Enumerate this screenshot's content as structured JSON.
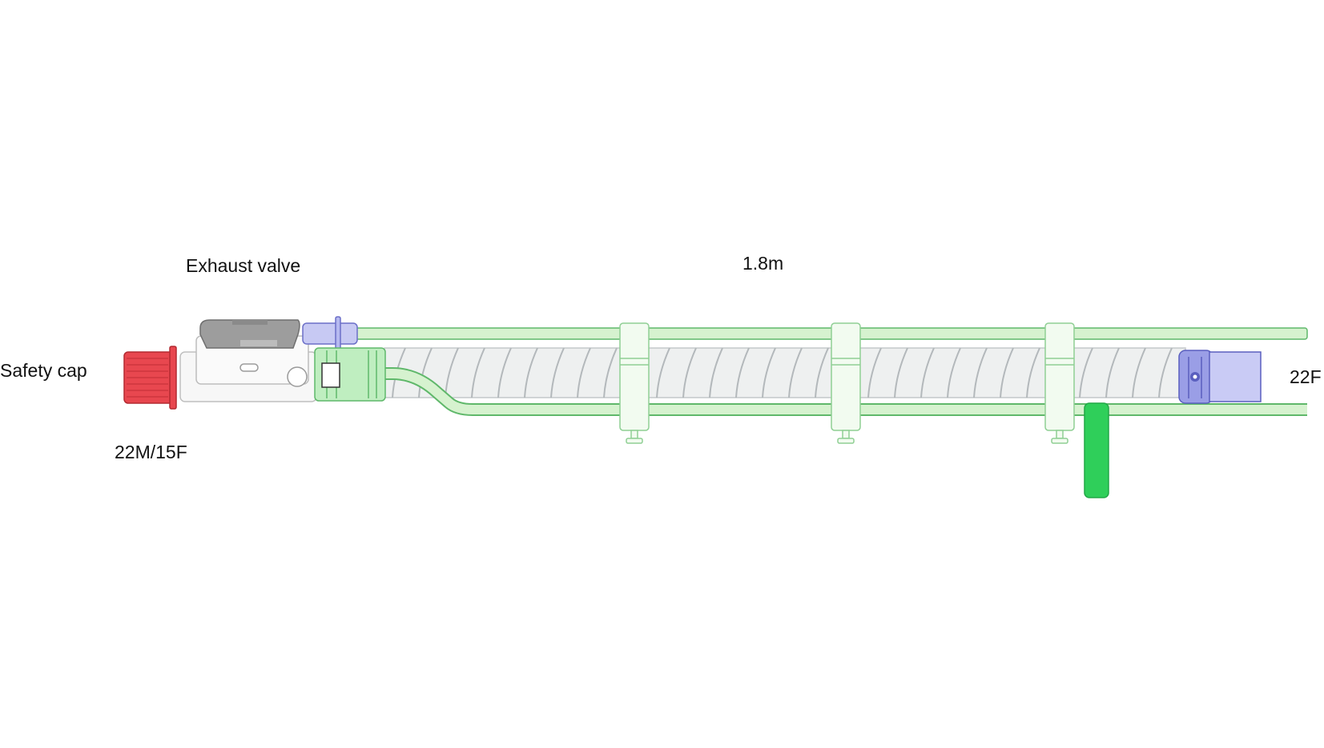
{
  "labels": {
    "exhaust_valve": "Exhaust valve",
    "length": "1.8m",
    "safety_cap": "Safety cap",
    "connector_left": "22M/15F",
    "connector_right": "22F"
  },
  "colors": {
    "tube_green_fill": "#d6f2cf",
    "tube_green_stroke": "#5fb86a",
    "clip_fill": "#f2fbf0",
    "hose_fill": "#eef0f0",
    "spiral": "#b3b8bb",
    "red_cap": "#e8474f",
    "blue_connector": "#9a9ee6",
    "grey_valve": "#9d9d9d",
    "tag_green": "#2fcf5a"
  }
}
